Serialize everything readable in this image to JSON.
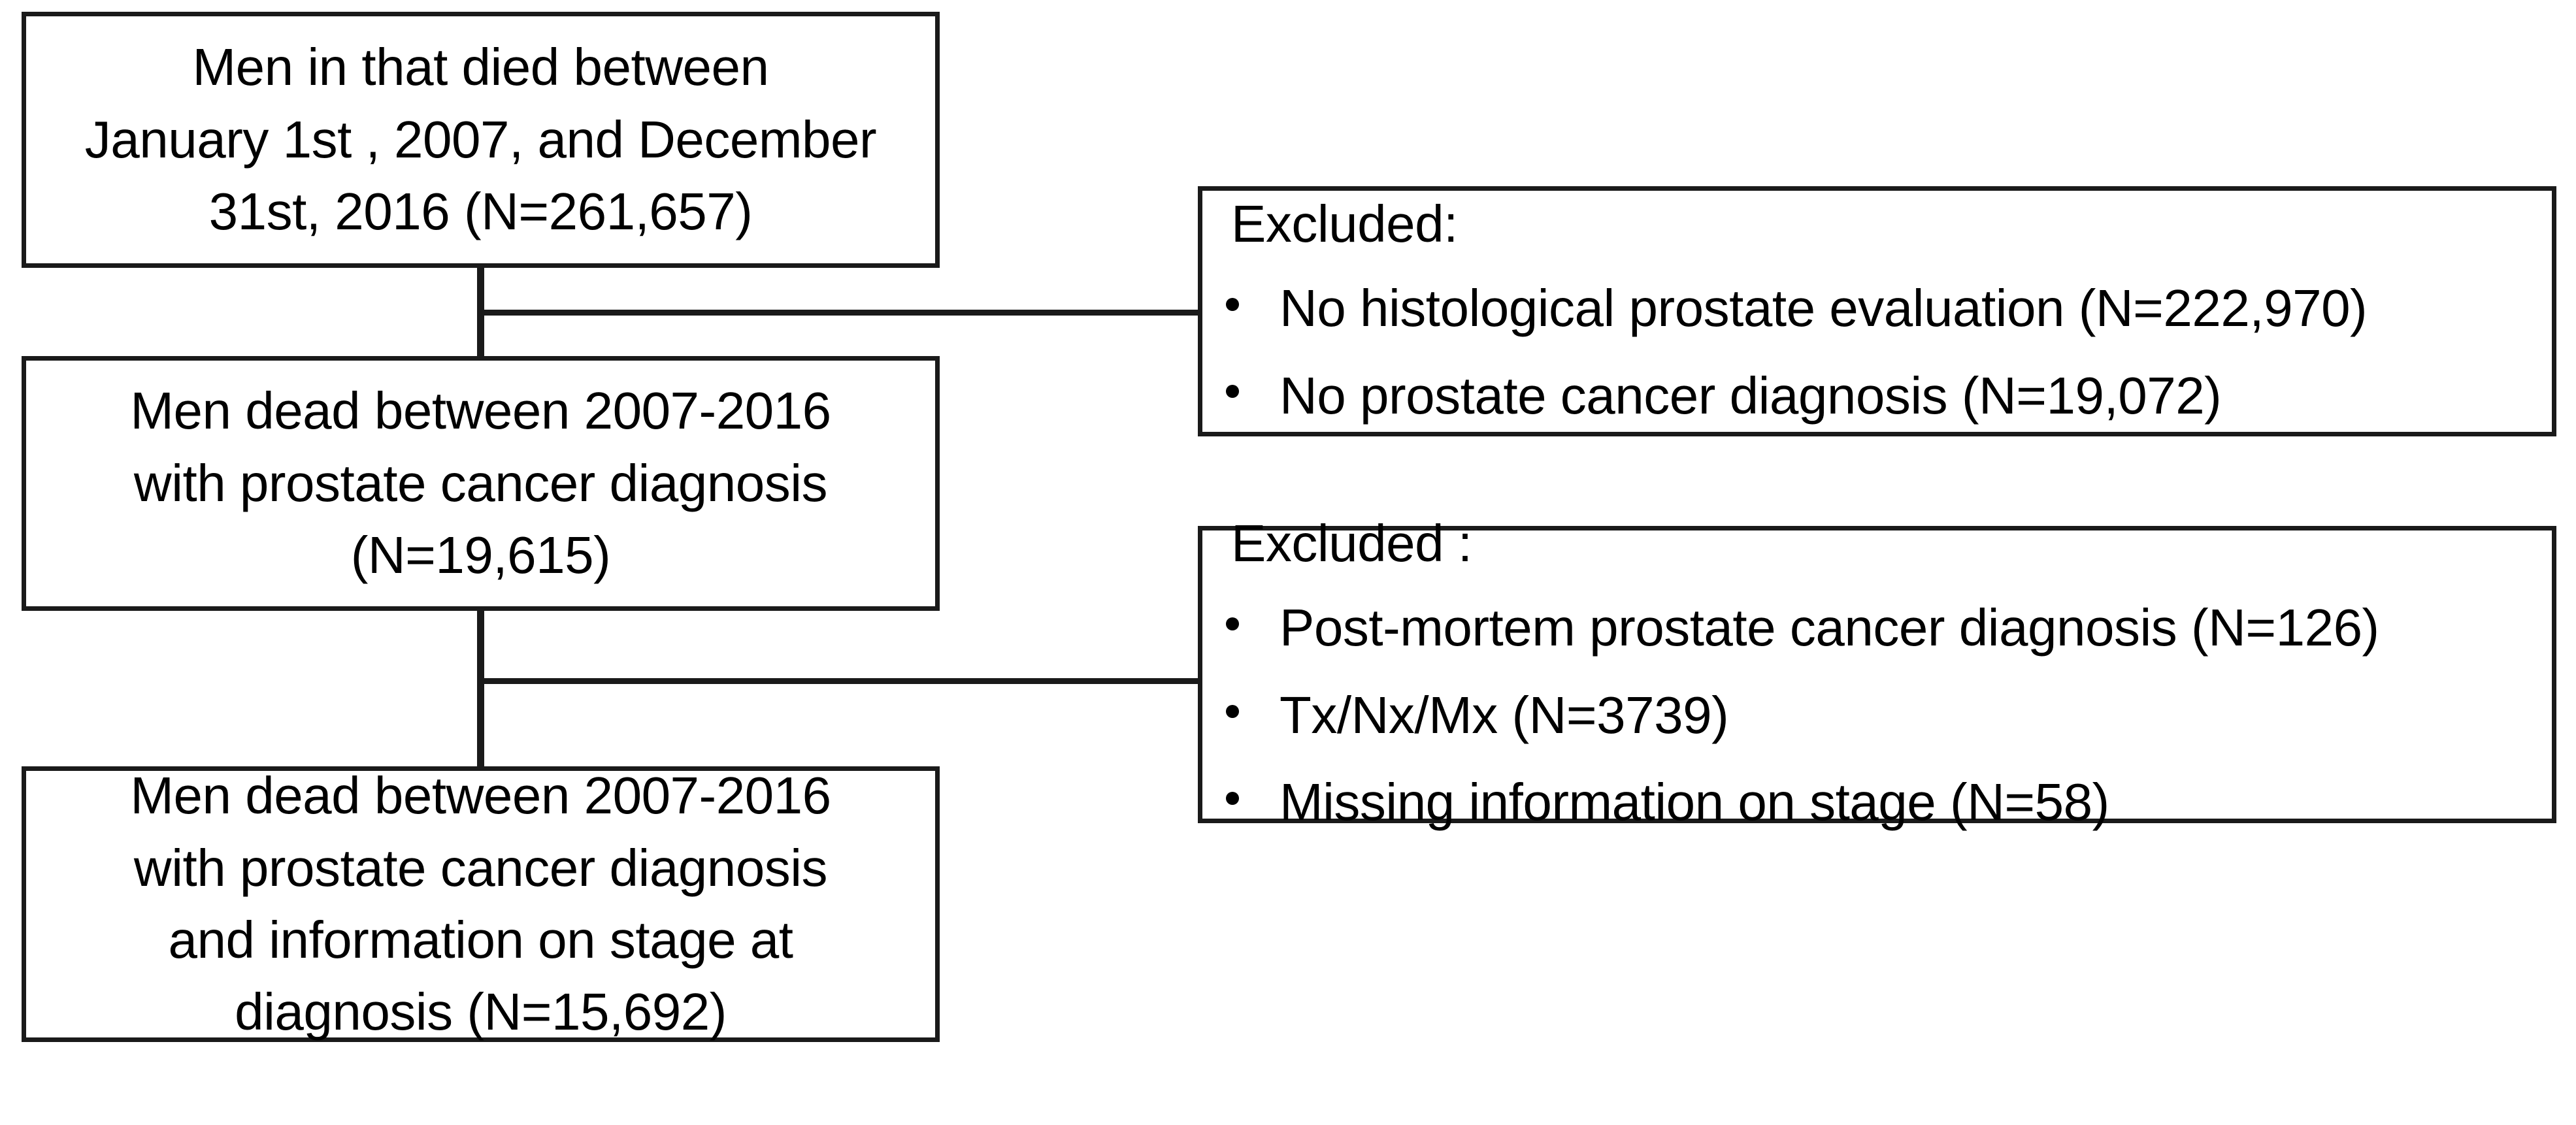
{
  "diagram": {
    "title": "Study population selection flowchart",
    "colors": {
      "box_border": "#1a1a1a",
      "background": "#ffffff",
      "text": "#000000",
      "connector": "#1a1a1a"
    },
    "nodes": [
      {
        "id": "cohort-all-deaths",
        "text": "Men in that died between\nJanuary 1st , 2007, and December\n31st, 2016 (N=261,657)",
        "n_label": "N=261,657",
        "n_value": 261657
      },
      {
        "id": "cohort-with-pca",
        "text": "Men dead between 2007-2016\nwith prostate cancer diagnosis\n(N=19,615)",
        "n_label": "N=19,615",
        "n_value": 19615
      },
      {
        "id": "cohort-with-stage",
        "text": "Men dead between 2007-2016\nwith prostate cancer diagnosis\nand information on stage at\ndiagnosis (N=15,692)",
        "n_label": "N=15,692",
        "n_value": 15692
      }
    ],
    "exclusions": [
      {
        "id": "exclusion-block-1",
        "title": "Excluded:",
        "items": [
          {
            "text": "No histological prostate evaluation (N=222,970)",
            "n_label": "N=222,970",
            "n_value": 222970
          },
          {
            "text": "No prostate cancer diagnosis (N=19,072)",
            "n_label": "N=19,072",
            "n_value": 19072
          }
        ]
      },
      {
        "id": "exclusion-block-2",
        "title": "Excluded :",
        "items": [
          {
            "text": "Post-mortem prostate cancer diagnosis (N=126)",
            "n_label": "N=126",
            "n_value": 126
          },
          {
            "text": "Tx/Nx/Mx (N=3739)",
            "n_label": "N=3739",
            "n_value": 3739
          },
          {
            "text": "Missing information on stage (N=58)",
            "n_label": "N=58",
            "n_value": 58
          }
        ]
      }
    ]
  }
}
